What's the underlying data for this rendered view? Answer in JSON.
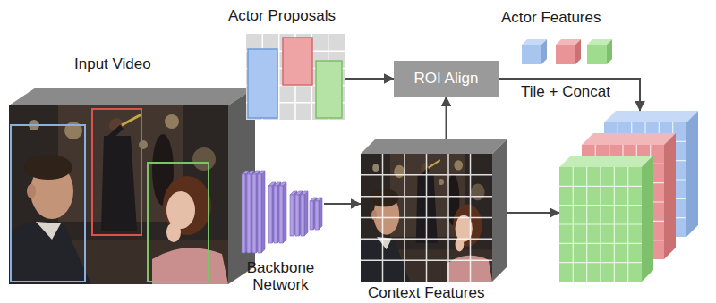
{
  "diagram": {
    "nodes": [
      {
        "text": [
          "Actor Proposals"
        ]
      },
      {
        "text": [
          "Actor Features"
        ]
      },
      {
        "text": [
          "Input Video"
        ]
      },
      {
        "text": [
          "ROI Align"
        ]
      },
      {
        "text": [
          "Tile + Concat"
        ]
      },
      {
        "text": [
          "Backbone Network"
        ]
      },
      {
        "text": [
          "Context Features"
        ]
      }
    ],
    "edges": [
      {
        "from": 0,
        "to": 3,
        "arrow": "to"
      },
      {
        "from": 6,
        "to": 3,
        "arrow": "to"
      },
      {
        "from": 3,
        "to": 4,
        "arrow": "to"
      },
      {
        "from": 6,
        "to": 4,
        "arrow": "to"
      },
      {
        "from": 5,
        "to": 6,
        "arrow": "to"
      }
    ]
  }
}
